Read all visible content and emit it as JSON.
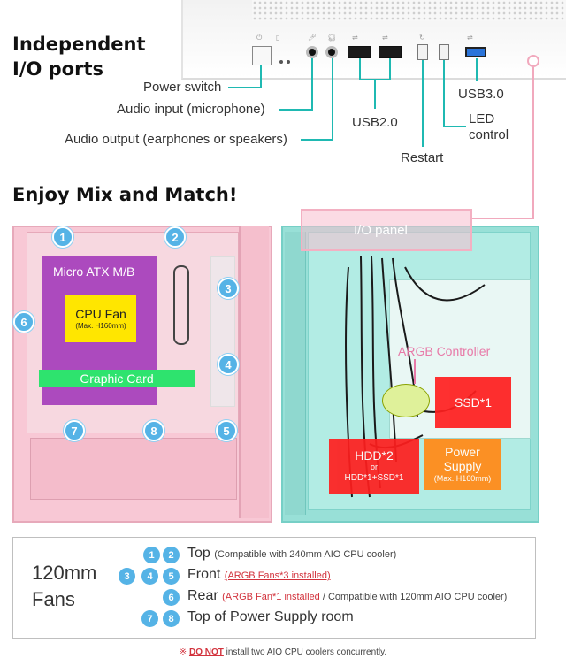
{
  "io_section": {
    "heading_line1": "Independent",
    "heading_line2": "I/O ports",
    "labels": {
      "power_switch": "Power switch",
      "audio_input": "Audio input (microphone)",
      "audio_output": "Audio output (earphones or speakers)",
      "usb2": "USB2.0",
      "restart": "Restart",
      "led_line1": "LED",
      "led_line2": "control",
      "usb3": "USB3.0"
    }
  },
  "mix_section": {
    "heading": "Enjoy Mix and Match!",
    "pink_case": {
      "motherboard": "Micro ATX M/B",
      "cpu_fan": "CPU Fan",
      "cpu_fan_note": "(Max. H160mm)",
      "graphic_card": "Graphic Card",
      "fan_numbers": [
        "1",
        "2",
        "3",
        "4",
        "5",
        "6",
        "7",
        "8"
      ]
    },
    "teal_case": {
      "io_panel": "I/O panel",
      "argb_controller": "ARGB Controller",
      "ssd": "SSD*1",
      "hdd_line1": "HDD*2",
      "hdd_line2": "or",
      "hdd_line3": "HDD*1+SSD*1",
      "psu_line1": "Power",
      "psu_line2": "Supply",
      "psu_note": "(Max. H160mm)"
    }
  },
  "fan_legend": {
    "title_line1": "120mm",
    "title_line2": "Fans",
    "rows": [
      {
        "numbers": [
          "1",
          "2"
        ],
        "position": "Top",
        "detail": "(Compatible with 240mm AIO CPU cooler)"
      },
      {
        "numbers": [
          "3",
          "4",
          "5"
        ],
        "position": "Front",
        "link": "(ARGB Fans*3 installed)"
      },
      {
        "numbers": [
          "6"
        ],
        "position": "Rear",
        "link": "(ARGB Fan*1 installed",
        "detail": " / Compatible with 120mm AIO CPU cooler)"
      },
      {
        "numbers": [
          "7",
          "8"
        ],
        "position": "Top of Power Supply room"
      }
    ]
  },
  "warning": {
    "mark": "※",
    "negation": "DO NOT",
    "text": " install two AIO CPU coolers concurrently."
  },
  "colors": {
    "accent_teal": "#1fb9b2",
    "accent_pink": "#f1a9bd",
    "fan_badge_blue": "#55b3e6",
    "motherboard_purple": "#9b2bb6",
    "cpu_fan_yellow": "#ffe600",
    "graphic_card_green": "#2ee36e",
    "drive_red": "#ff1e1e",
    "psu_orange": "#ff8c1a",
    "warning_red": "#d2323c"
  }
}
